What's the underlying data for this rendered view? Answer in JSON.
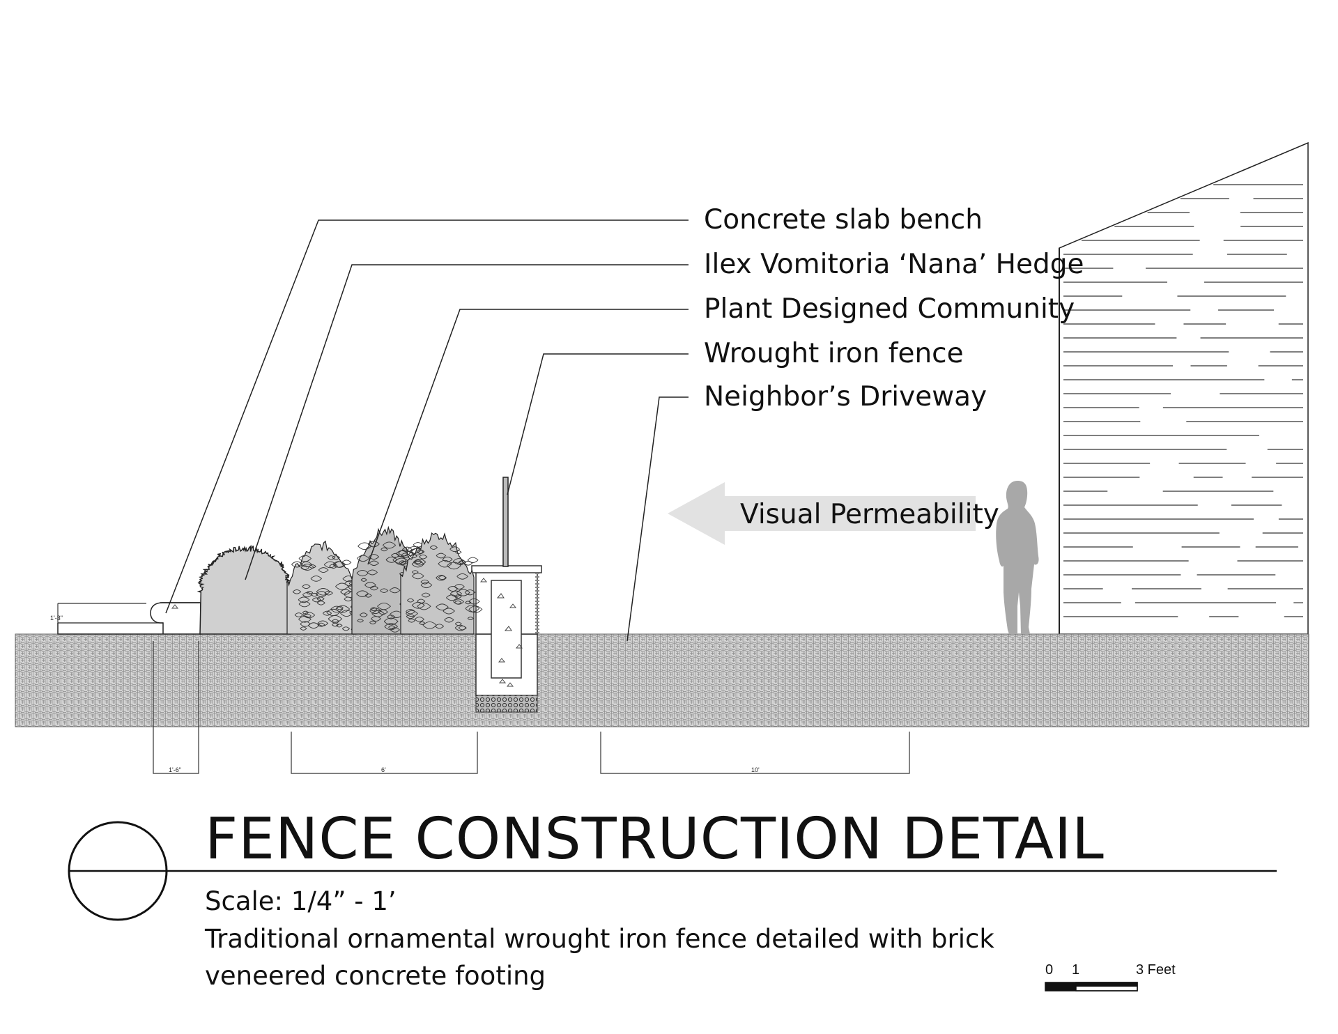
{
  "callouts": [
    "Concrete slab bench",
    "Ilex Vomitoria ‘Nana’ Hedge",
    "Plant Designed Community",
    "Wrought iron fence",
    "Neighbor’s Driveway"
  ],
  "arrow_label": "Visual Permeability",
  "dimensions": {
    "bench_height": "1'-3\"",
    "bench_width": "1'-6\"",
    "planting_width": "6'",
    "driveway_width": "10'"
  },
  "title": "FENCE CONSTRUCTION DETAIL",
  "scale_line": "Scale: 1/4” - 1’",
  "description_line1": "Traditional ornamental wrought iron fence detailed with brick",
  "description_line2": "veneered concrete footing",
  "scale_bar": {
    "label_0": "0",
    "label_1": "1",
    "label_3": "3 Feet"
  },
  "colors": {
    "ink": "#111111",
    "ground": "#c8c8c8",
    "plant": "#d0d0d0",
    "silhouette": "#a8a8a8",
    "arrow": "#e2e2e2"
  }
}
